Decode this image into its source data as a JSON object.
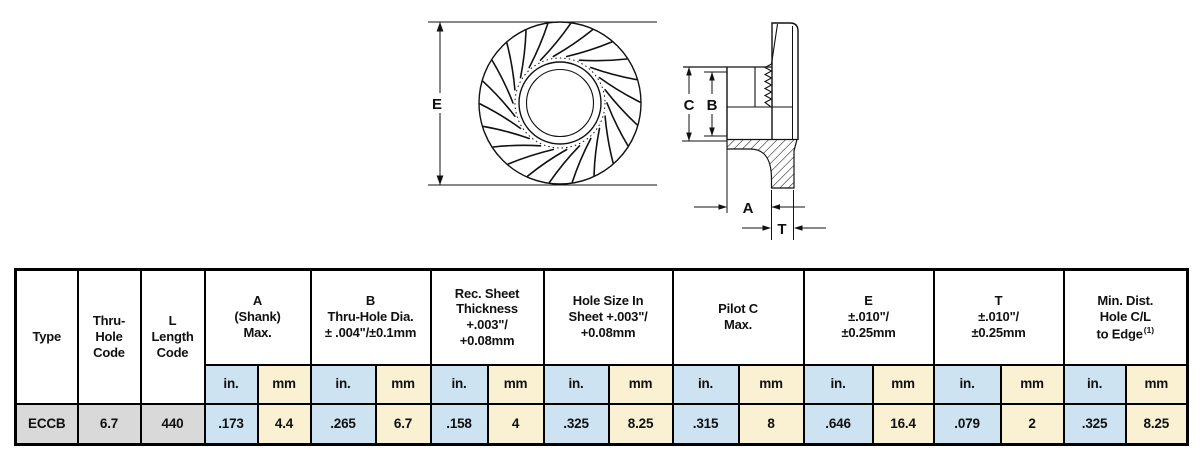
{
  "diagram": {
    "front_view_label": "E",
    "side_view_labels": {
      "c": "C",
      "b": "B",
      "a": "A",
      "t": "T"
    }
  },
  "table": {
    "units": {
      "in": "in.",
      "mm": "mm"
    },
    "header_groups": [
      {
        "label": "Type"
      },
      {
        "label": "Thru-\nHole\nCode"
      },
      {
        "label": "L\nLength\nCode"
      },
      {
        "label": "A\n(Shank)\nMax."
      },
      {
        "label": "B\nThru-Hole Dia.\n± .004\"/±0.1mm"
      },
      {
        "label": "Rec. Sheet\nThickness\n+.003\"/\n+0.08mm"
      },
      {
        "label": "Hole Size In\nSheet +.003\"/\n+0.08mm"
      },
      {
        "label": "Pilot C\nMax."
      },
      {
        "label": "E\n±.010\"/\n±0.25mm"
      },
      {
        "label": "T\n±.010\"/\n±0.25mm"
      },
      {
        "label": "Min. Dist.\nHole C/L\nto Edge",
        "note": "(1)"
      }
    ],
    "row": {
      "type": "ECCB",
      "thru_hole_code": "6.7",
      "length_code": "440",
      "a_in": ".173",
      "a_mm": "4.4",
      "b_in": ".265",
      "b_mm": "6.7",
      "rec_in": ".158",
      "rec_mm": "4",
      "hole_in": ".325",
      "hole_mm": "8.25",
      "pilot_in": ".315",
      "pilot_mm": "8",
      "e_in": ".646",
      "e_mm": "16.4",
      "t_in": ".079",
      "t_mm": "2",
      "min_in": ".325",
      "min_mm": "8.25"
    },
    "colors": {
      "in_bg": "#cde3f1",
      "mm_bg": "#faf0d2",
      "code_bg": "#d9d9d9"
    }
  }
}
